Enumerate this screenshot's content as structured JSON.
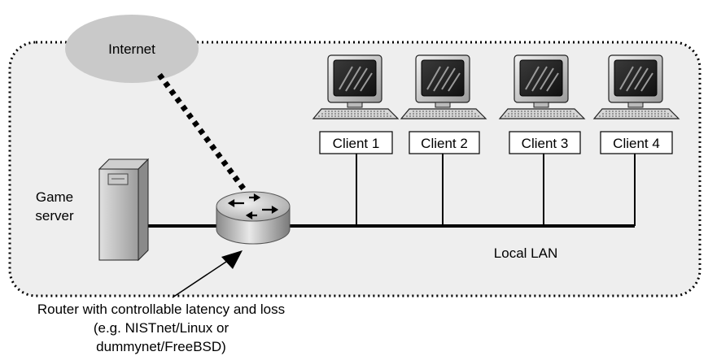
{
  "cloud": {
    "label": "Internet"
  },
  "clients": [
    {
      "label": "Client 1"
    },
    {
      "label": "Client 2"
    },
    {
      "label": "Client 3"
    },
    {
      "label": "Client 4"
    }
  ],
  "server": {
    "label_line1": "Game",
    "label_line2": "server"
  },
  "lan": {
    "label": "Local LAN"
  },
  "router": {
    "caption_line1": "Router with controllable latency and loss",
    "caption_line2": "(e.g. NISTnet/Linux or",
    "caption_line3": "dummynet/FreeBSD)"
  }
}
